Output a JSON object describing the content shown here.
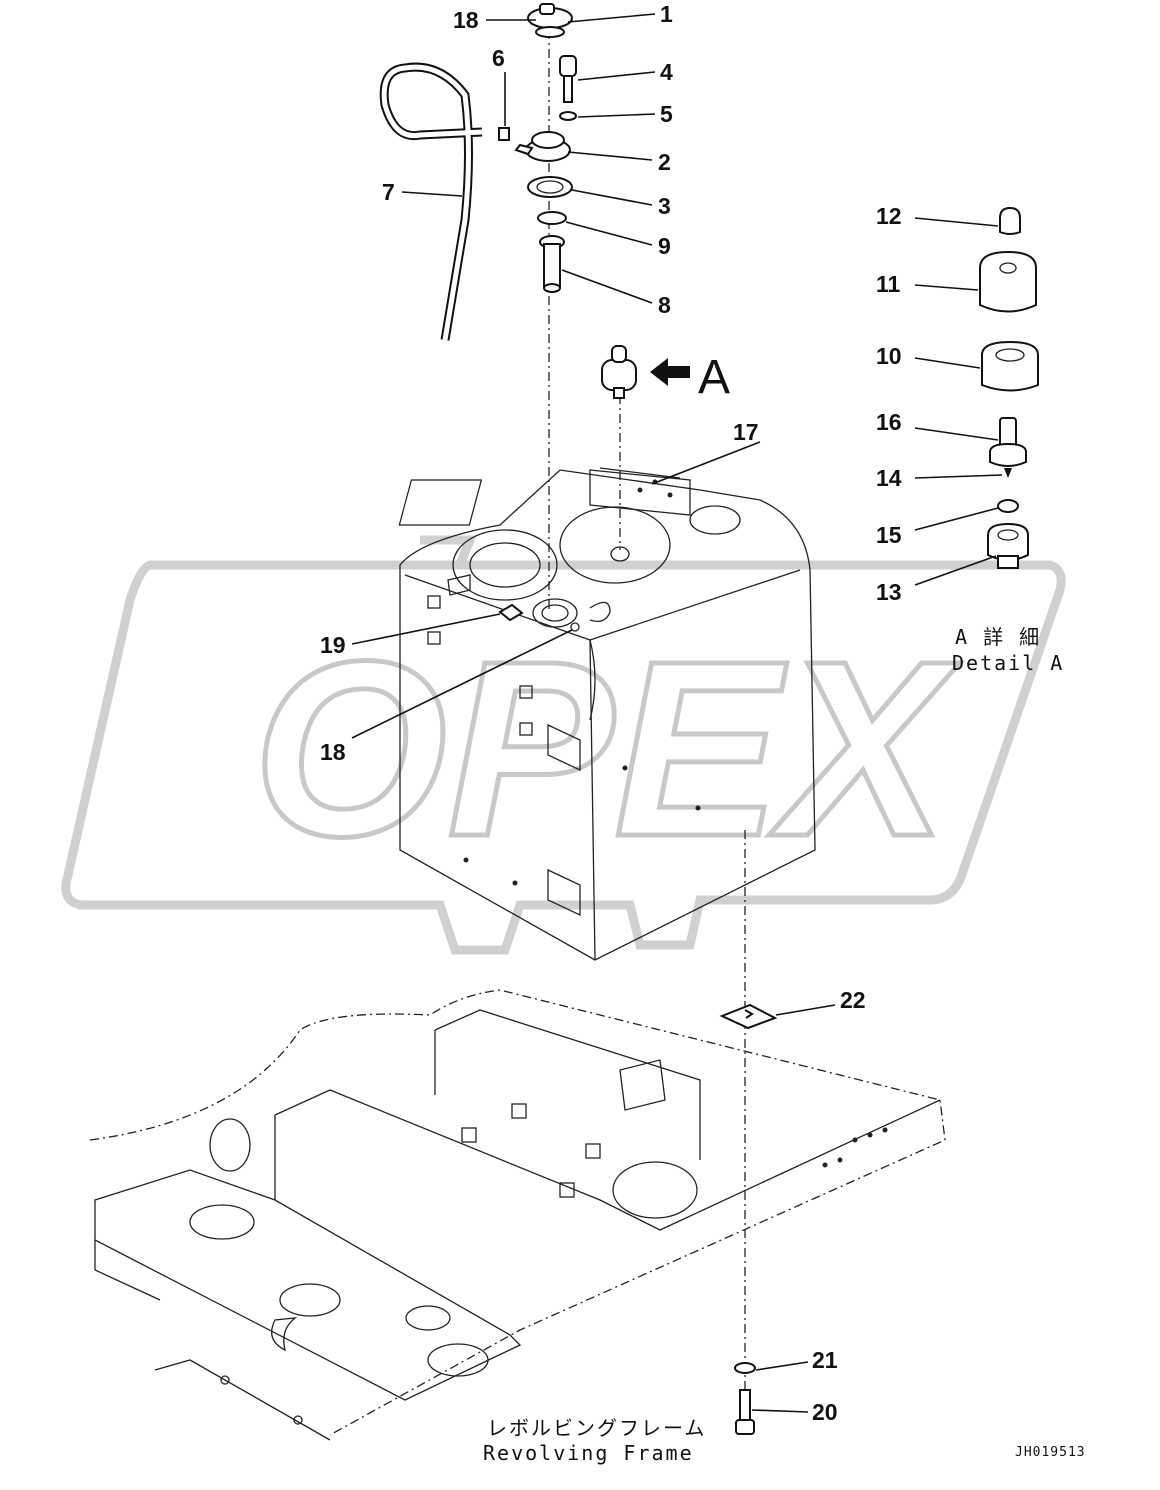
{
  "callouts": [
    "1",
    "2",
    "3",
    "4",
    "5",
    "6",
    "7",
    "8",
    "9",
    "10",
    "11",
    "12",
    "13",
    "14",
    "15",
    "16",
    "17",
    "18",
    "18",
    "19",
    "20",
    "21",
    "22"
  ],
  "arrow_marker": "A",
  "detail": {
    "ja": "A 詳 細",
    "en": "Detail A"
  },
  "frame_label": {
    "ja": "レボルビングフレーム",
    "en": "Revolving Frame"
  },
  "watermark": "OPEX",
  "drawing_id": "JH019513"
}
